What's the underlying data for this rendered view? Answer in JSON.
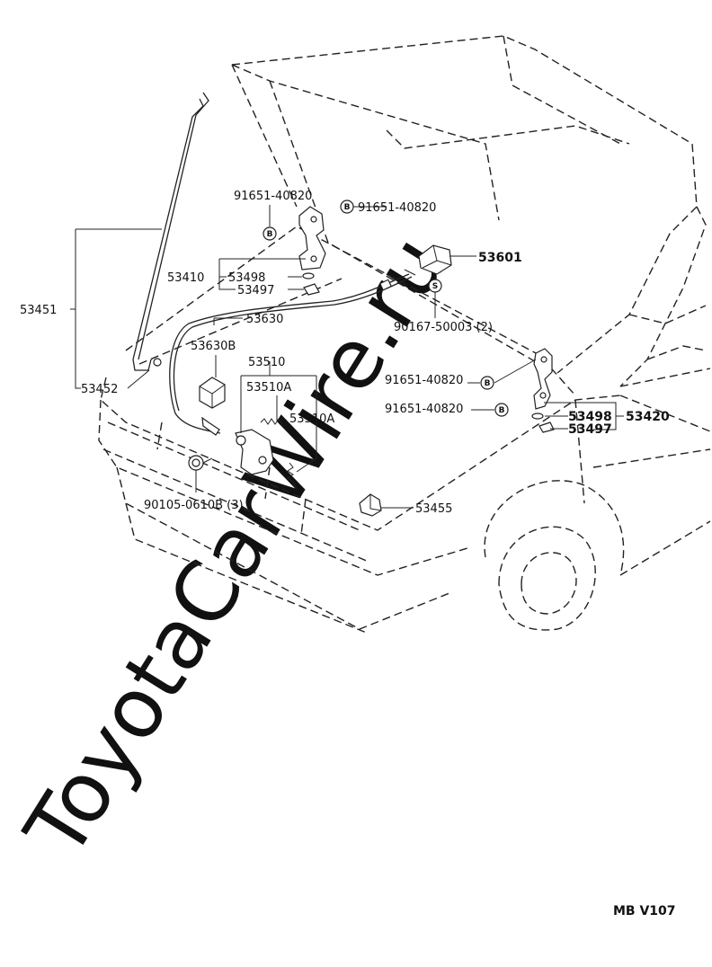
{
  "watermark": "ToyotaCarWire.ru",
  "figure_code": "MB  V107",
  "labels": {
    "p91651_top_left": "91651-40820",
    "p91651_top_right": "91651-40820",
    "p53601": "53601",
    "p53410": "53410",
    "p53498_top": "53498",
    "p53497_top": "53497",
    "p53451": "53451",
    "p53630": "53630",
    "p90167": "90167-50003 (2)",
    "p53630B": "53630B",
    "p53510": "53510",
    "p53510A_a": "53510A",
    "p53510A_b": "53510A",
    "p53452": "53452",
    "p91651_mid": "91651-40820",
    "p91651_low": "91651-40820",
    "p53498_right": "53498",
    "p53420": "53420",
    "p53497_right": "53497",
    "p90105": "90105-0610B (3)",
    "p53455": "53455"
  },
  "badges": {
    "b": "B",
    "s": "S"
  }
}
